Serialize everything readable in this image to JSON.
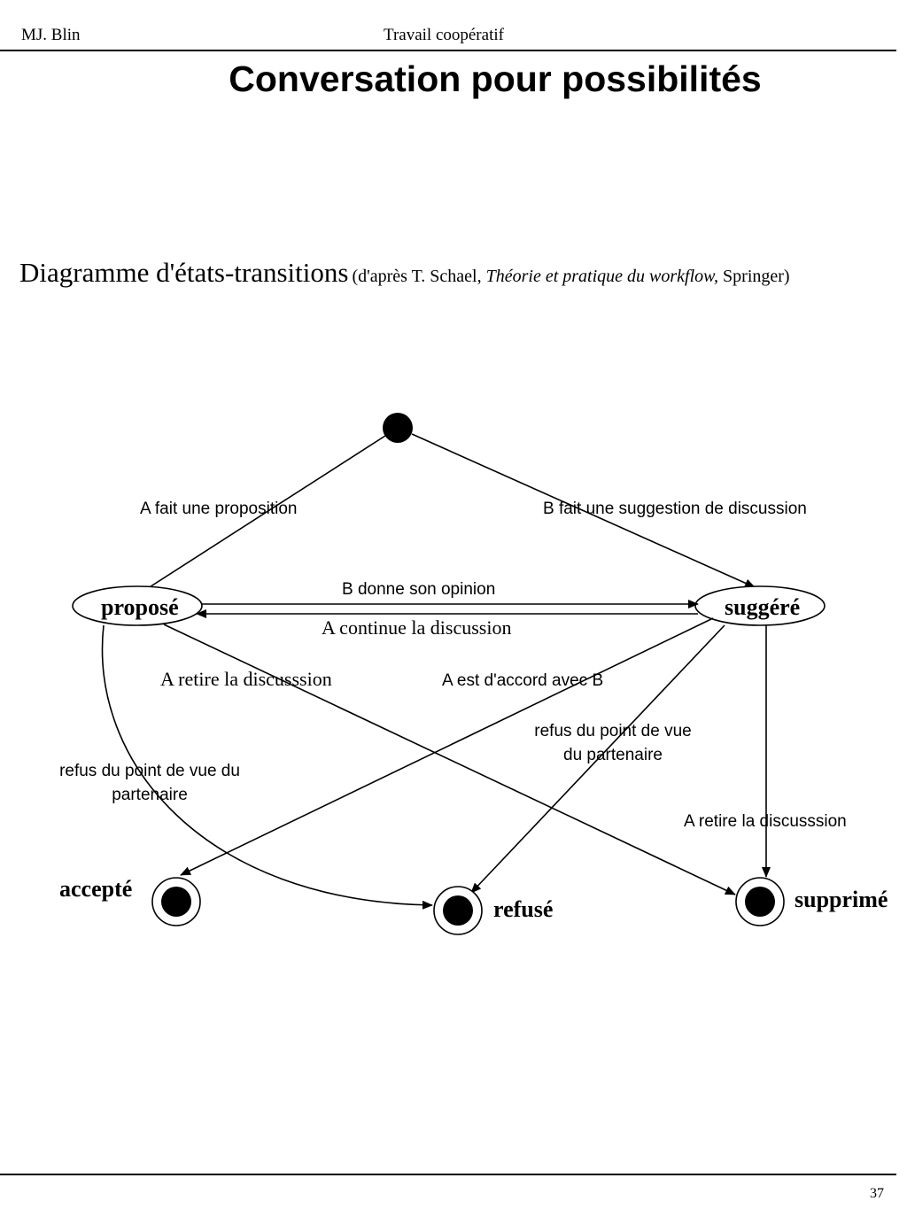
{
  "header": {
    "author": "MJ. Blin",
    "course": "Travail coopératif"
  },
  "slide": {
    "title": "Conversation pour possibilités",
    "subtitle_main": "Diagramme d'états-transitions",
    "subtitle_prefix": "(d'après T. Schael, ",
    "subtitle_book": "Théorie et pratique du workflow,",
    "subtitle_suffix": " Springer)"
  },
  "diagram": {
    "states": {
      "propose": "proposé",
      "suggere": "suggéré",
      "accepte": "accepté",
      "refuse": "refusé",
      "supprime": "supprimé"
    },
    "transitions": {
      "fait_proposition": "A fait une proposition",
      "suggestion_discussion": "B fait une suggestion de discussion",
      "donne_opinion": "B donne son opinion",
      "continue_discussion": "A continue la discussion",
      "retire_discussion_propose": "A retire la discusssion",
      "accord": "A est d'accord avec B",
      "refus_suggere_l1": "refus du point de vue",
      "refus_suggere_l2": "du partenaire",
      "refus_propose_l1": "refus du point de vue du",
      "refus_propose_l2": "partenaire",
      "retire_discussion_suggere": "A retire la discusssion"
    }
  },
  "footer": {
    "page_number": "37"
  }
}
